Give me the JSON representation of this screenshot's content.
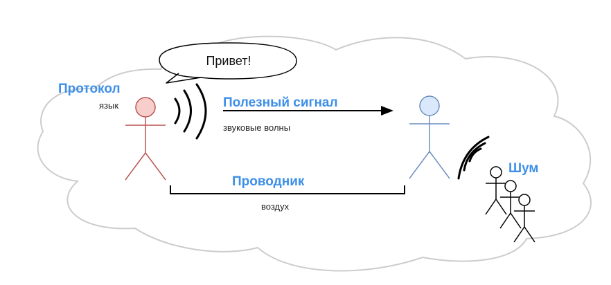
{
  "speech_bubble": {
    "text": "Привет!"
  },
  "protocol": {
    "title": "Протокол",
    "subtitle": "язык"
  },
  "signal": {
    "title": "Полезный сигнал",
    "subtitle": "звуковые волны"
  },
  "conductor": {
    "title": "Проводник",
    "subtitle": "воздух"
  },
  "noise": {
    "title": "Шум"
  },
  "colors": {
    "label_blue": "#3d8fe8",
    "speaker_stroke": "#b85450",
    "speaker_fill": "#f8cecc",
    "listener_stroke": "#6c8ebf",
    "listener_fill": "#dae8fc",
    "cloud_stroke": "#cccccc"
  }
}
